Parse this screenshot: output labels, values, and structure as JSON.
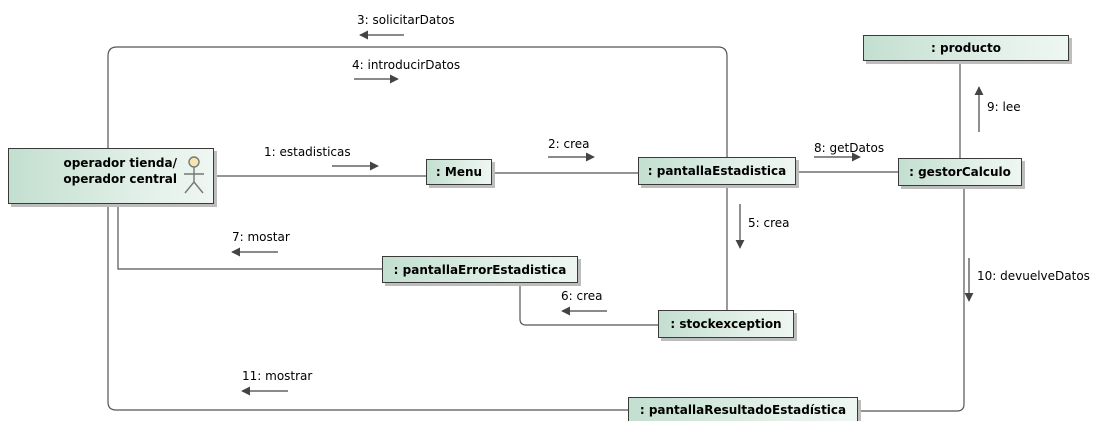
{
  "actor": {
    "line1": "operador tienda/",
    "line2": "operador central",
    "icon": "actor-stick-figure-icon"
  },
  "objects": {
    "menu": ": Menu",
    "pantalla_estadistica": ": pantallaEstadistica",
    "gestor_calculo": ": gestorCalculo",
    "producto": ": producto",
    "pantalla_error": ": pantallaErrorEstadistica",
    "stock_exception": ": stockexception",
    "pantalla_resultado": ": pantallaResultadoEstadística"
  },
  "messages": {
    "m1": "1: estadisticas",
    "m2": "2: crea",
    "m3": "3: solicitarDatos",
    "m4": "4: introducirDatos",
    "m5": "5: crea",
    "m6": "6: crea",
    "m7": "7: mostar",
    "m8": "8: getDatos",
    "m9": "9: lee",
    "m10": "10: devuelveDatos",
    "m11": "11: mostrar"
  },
  "colors": {
    "box_fill_start": "#c3dfd0",
    "box_fill_end": "#eef6f1",
    "line": "#555555"
  }
}
